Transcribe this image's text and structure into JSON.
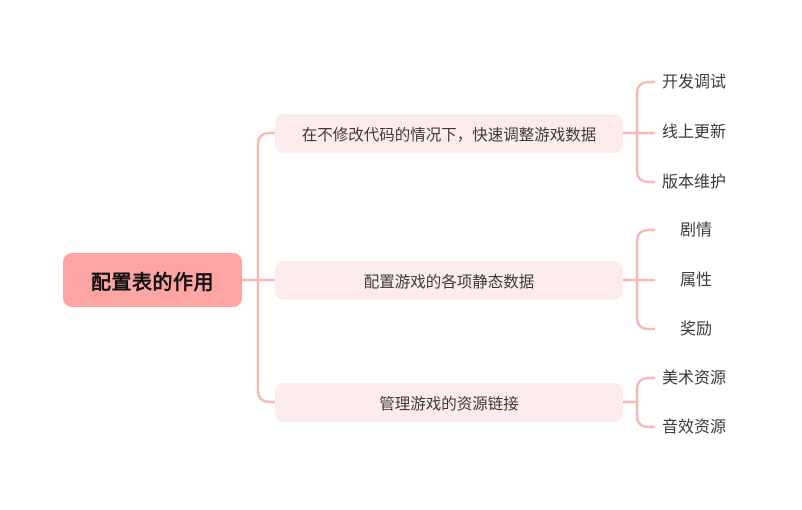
{
  "root": {
    "label": "配置表的作用"
  },
  "branches": [
    {
      "label": "在不修改代码的情况下，快速调整游戏数据",
      "children": [
        "开发调试",
        "线上更新",
        "版本维护"
      ]
    },
    {
      "label": "配置游戏的各项静态数据",
      "children": [
        "剧情",
        "属性",
        "奖励"
      ]
    },
    {
      "label": "管理游戏的资源链接",
      "children": [
        "美术资源",
        "音效资源"
      ]
    }
  ],
  "colors": {
    "root_fill": "#fda5a2",
    "branch_fill": "#fdeceb",
    "connector": "#f8b8b6",
    "text": "#3b3b3b"
  }
}
